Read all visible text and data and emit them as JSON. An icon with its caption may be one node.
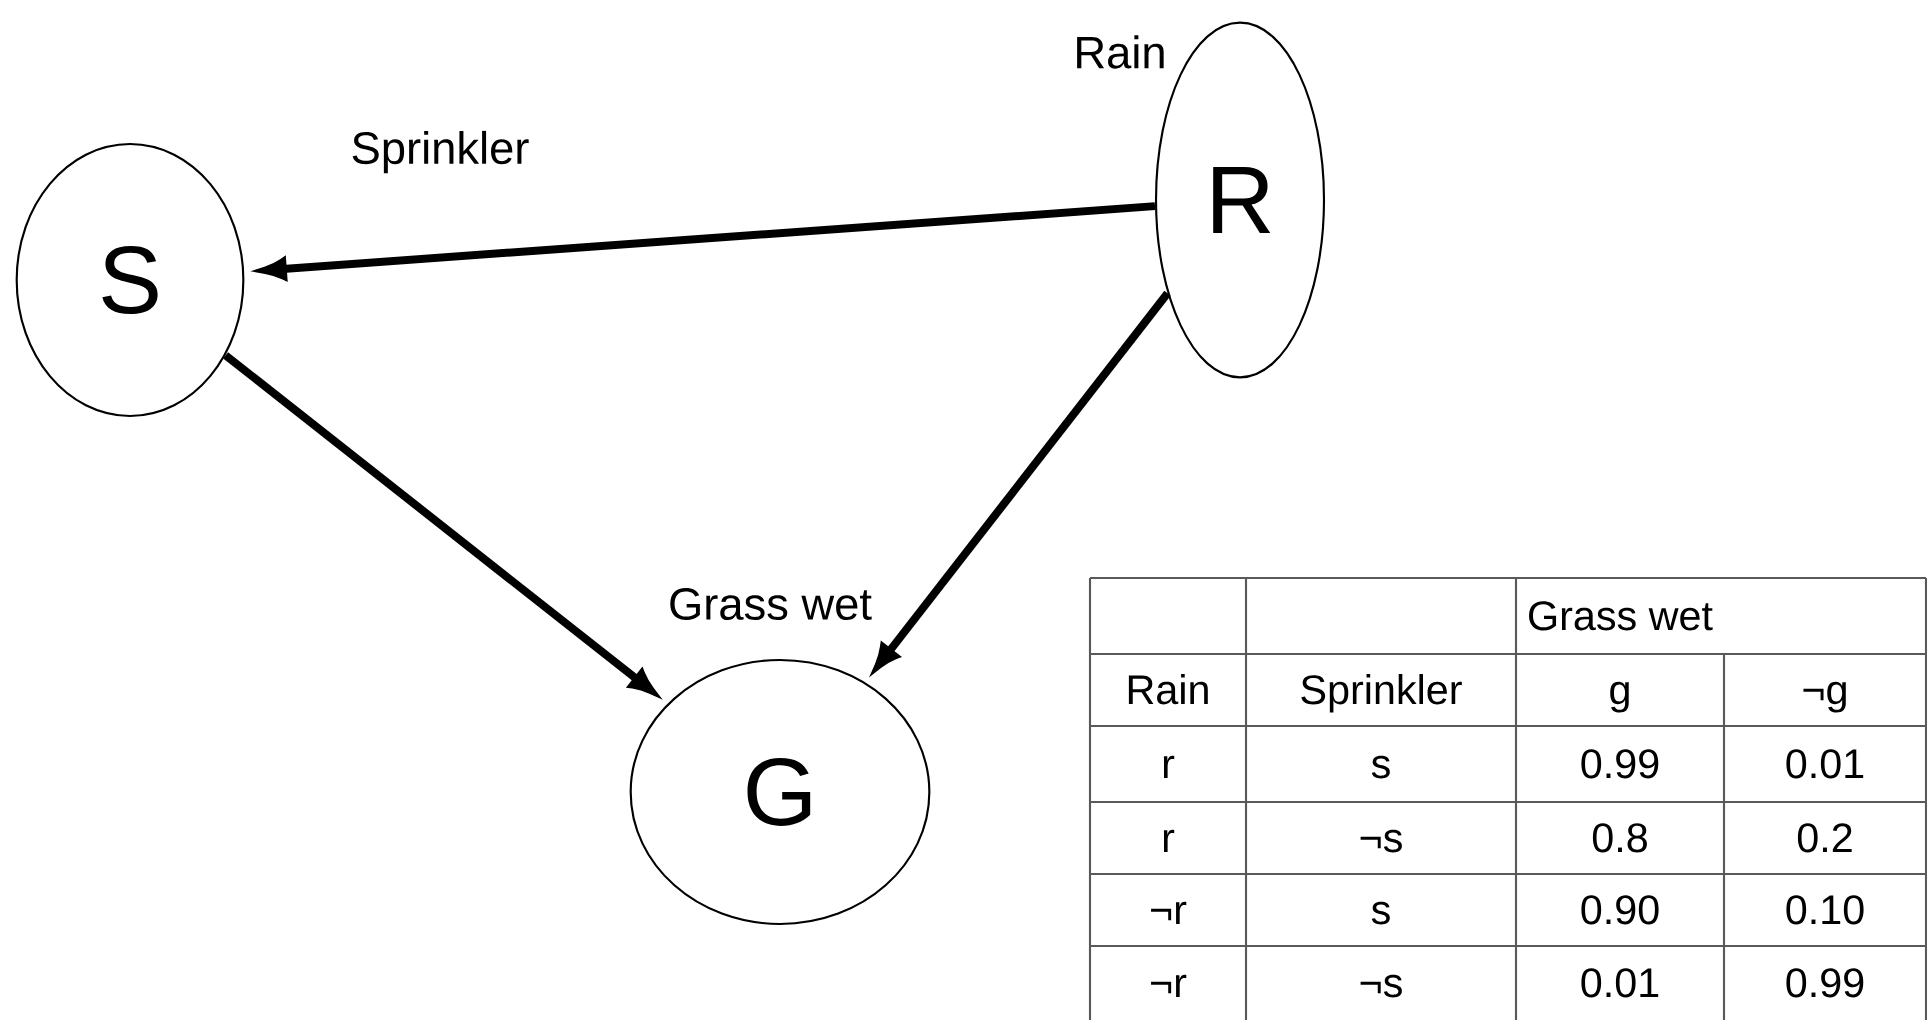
{
  "diagram": {
    "nodes": [
      {
        "text": [
          "S"
        ],
        "beside": [
          "Sprinkler"
        ]
      },
      {
        "text": [
          "R"
        ],
        "beside": [
          "Rain"
        ]
      },
      {
        "text": [
          "G"
        ],
        "beside": [
          "Grass wet"
        ]
      }
    ],
    "edges": [
      {
        "from": 1,
        "to": 0,
        "arrow": "to"
      },
      {
        "from": 0,
        "to": 2,
        "arrow": "to"
      },
      {
        "from": 1,
        "to": 2,
        "arrow": "to"
      }
    ],
    "labels": [
      "Grass wet",
      "Rain",
      "Sprinkler",
      "g",
      "¬g",
      "r",
      "s",
      "0.99",
      "0.01",
      "r",
      "¬s",
      "0.8",
      "0.2",
      "¬r",
      "s",
      "0.90",
      "0.10",
      "¬r",
      "¬s",
      "0.01",
      "0.99"
    ]
  }
}
